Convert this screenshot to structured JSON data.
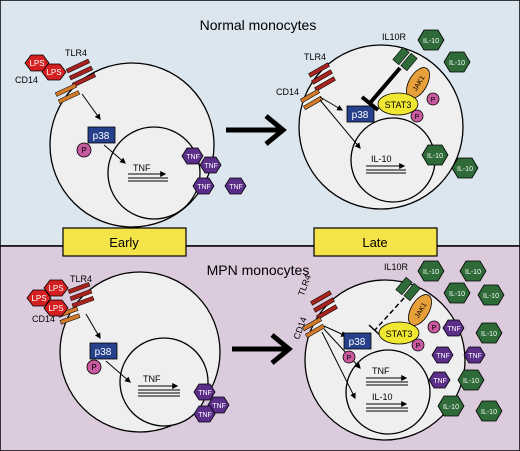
{
  "panels": {
    "top_title": "Normal monocytes",
    "bottom_title": "MPN monocytes"
  },
  "phases": {
    "early": "Early",
    "late": "Late"
  },
  "labels": {
    "lps": "LPS",
    "tlr4": "TLR4",
    "cd14": "CD14",
    "il10r": "IL10R",
    "p38": "p38",
    "p": "P",
    "tnf": "TNF",
    "il10": "IL-10",
    "jak1": "JAK1",
    "stat3": "STAT3"
  },
  "colors": {
    "top_bg": "#dce6ef",
    "bottom_bg": "#dccbdc",
    "cell": "#efefef",
    "lps": "#d42020",
    "tnf": "#5b2e8a",
    "il10": "#2e6b38",
    "p38": "#27408b",
    "phospho": "#c85aa0",
    "jak1": "#e8a13a",
    "stat3": "#f0e830",
    "phase_label": "#f5e34a"
  }
}
